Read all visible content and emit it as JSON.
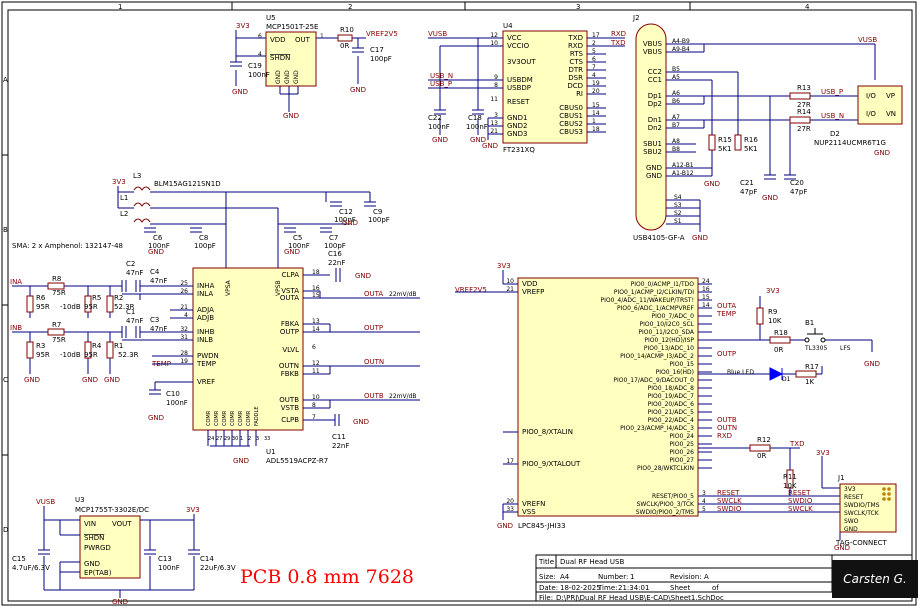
{
  "border": {
    "top_numbers": [
      "1",
      "2",
      "3",
      "4"
    ],
    "side_letters": [
      "A",
      "B",
      "C",
      "D"
    ]
  },
  "u5": {
    "ref": "U5",
    "part": "MCP1501T-25E",
    "pins": {
      "vdd": "VDD",
      "out": "OUT",
      "shdn": "SHDN",
      "gnd1": "GND",
      "gnd2": "GND",
      "gnd3": "GND"
    },
    "pin_nums": {
      "vdd": "6",
      "shdn": "4",
      "out": "1",
      "p2": "2",
      "p3": "3",
      "p5": "5"
    },
    "net_in": "3V3",
    "r10": {
      "ref": "R10",
      "val": "0R"
    },
    "net_out": "VREF2V5",
    "c17": {
      "ref": "C17",
      "val": "100pF"
    },
    "c19": {
      "ref": "C19",
      "val": "100nF"
    }
  },
  "u4": {
    "ref": "U4",
    "part": "FT231XQ",
    "left_pins": [
      {
        "num": "12",
        "name": "VCC"
      },
      {
        "num": "10",
        "name": "VCCIO"
      },
      {
        "num": "",
        "name": "3V3OUT"
      },
      {
        "num": "9",
        "name": "USBDM"
      },
      {
        "num": "8",
        "name": "USBDP"
      },
      {
        "num": "11",
        "name": "RESET"
      },
      {
        "num": "3",
        "name": "GND1"
      },
      {
        "num": "13",
        "name": "GND2"
      },
      {
        "num": "21",
        "name": "GND3"
      }
    ],
    "right_pins": [
      {
        "num": "17",
        "name": "TXD"
      },
      {
        "num": "2",
        "name": "RXD"
      },
      {
        "num": "5",
        "name": "RTS"
      },
      {
        "num": "6",
        "name": "CTS"
      },
      {
        "num": "7",
        "name": "DTR"
      },
      {
        "num": "4",
        "name": "DSR"
      },
      {
        "num": "19",
        "name": "DCD"
      },
      {
        "num": "20",
        "name": "RI"
      },
      {
        "num": "15",
        "name": "CBUS0"
      },
      {
        "num": "14",
        "name": "CBUS1"
      },
      {
        "num": "1",
        "name": "CBUS2"
      },
      {
        "num": "18",
        "name": "CBUS3"
      }
    ],
    "net_vusb": "VUSB",
    "net_usbn": "USB_N",
    "net_usbp": "USB_P",
    "net_rxd": "RXD",
    "net_txd": "TXD",
    "c22": {
      "ref": "C22",
      "val": "100nF"
    },
    "c18": {
      "ref": "C18",
      "val": "100nF"
    }
  },
  "j2": {
    "ref": "J2",
    "part": "USB4105-GF-A",
    "left_pins": [
      "VBUS",
      "VBUS",
      "CC2",
      "CC1",
      "Dp1",
      "Dp2",
      "Dn1",
      "Dn2",
      "SBU1",
      "SBU2",
      "GND",
      "GND"
    ],
    "pin_nums": [
      "A4-B9",
      "A9-B4",
      "B5",
      "A5",
      "A6",
      "B6",
      "A7",
      "B7",
      "A8",
      "B8",
      "A12-B1",
      "A1-B12"
    ],
    "shield": [
      "S4",
      "S3",
      "S2",
      "S1"
    ],
    "r15": {
      "ref": "R15",
      "val": "5K1"
    },
    "r16": {
      "ref": "R16",
      "val": "5K1"
    },
    "r13": {
      "ref": "R13",
      "val": "27R"
    },
    "r14": {
      "ref": "R14",
      "val": "27R"
    },
    "c21": {
      "ref": "C21",
      "val": "47pF"
    },
    "c20": {
      "ref": "C20",
      "val": "47pF"
    },
    "net_vusb": "VUSB",
    "net_usbp": "USB_P",
    "net_usbn": "USB_N"
  },
  "d2": {
    "ref": "D2",
    "part": "NUP2114UCMR6T1G",
    "pins": [
      "I/O",
      "I/O",
      "VP",
      "VN"
    ]
  },
  "filter": {
    "l3": {
      "ref": "L3",
      "part": "BLM15AG121SN1D"
    },
    "net": "3V3",
    "l1": "L1",
    "l2": "L2",
    "caps": [
      {
        "ref": "C12",
        "val": "100nF"
      },
      {
        "ref": "C9",
        "val": "100pF"
      },
      {
        "ref": "C6",
        "val": "100nF"
      },
      {
        "ref": "C8",
        "val": "100pF"
      },
      {
        "ref": "C5",
        "val": "100nF"
      },
      {
        "ref": "C7",
        "val": "100pF"
      }
    ]
  },
  "note_sma": "SMA: 2 x Amphenol: 132147-48",
  "u1": {
    "ref": "U1",
    "part": "ADL5519ACPZ-R7",
    "left_pins": [
      {
        "num": "25",
        "name": "INHA"
      },
      {
        "num": "26",
        "name": "INLA"
      },
      {
        "num": "21",
        "name": "ADJA"
      },
      {
        "num": "4",
        "name": "ADJB"
      },
      {
        "num": "32",
        "name": "INHB"
      },
      {
        "num": "31",
        "name": "INLB"
      },
      {
        "num": "28",
        "name": "PWDN"
      },
      {
        "num": "19",
        "name": "TEMP"
      },
      {
        "num": "",
        "name": "VREF"
      }
    ],
    "right_pins": [
      {
        "num": "18",
        "name": "CLPA"
      },
      {
        "num": "16",
        "name": "VSTA"
      },
      {
        "num": "15",
        "name": "OUTA"
      },
      {
        "num": "13",
        "name": "FBKA"
      },
      {
        "num": "14",
        "name": "OUTP"
      },
      {
        "num": "6",
        "name": "VLVL"
      },
      {
        "num": "12",
        "name": "OUTN"
      },
      {
        "num": "11",
        "name": "FBKB"
      },
      {
        "num": "10",
        "name": "OUTB"
      },
      {
        "num": "8",
        "name": "VSTB"
      },
      {
        "num": "7",
        "name": "CLPB"
      }
    ],
    "top_pins": [
      "VPSA",
      "VPSB"
    ],
    "bottom_pins": [
      "COMR",
      "COMR",
      "COMR",
      "COMR",
      "COMR",
      "COMR",
      "FADDLE"
    ],
    "bottom_nums": [
      "24",
      "27",
      "29",
      "30",
      "1",
      "2",
      "3",
      "33"
    ],
    "net_outa": "OUTA",
    "outa_note": "22mV/dB",
    "net_outp": "OUTP",
    "net_outn": "OUTN",
    "net_outb": "OUTB",
    "outb_note": "22mV/dB",
    "c16": {
      "ref": "C16",
      "val": "22nF"
    },
    "c11": {
      "ref": "C11",
      "val": "22nF"
    },
    "c10": {
      "ref": "C10",
      "val": "100nF"
    },
    "net_temp": "TEMP"
  },
  "input": {
    "ina": "INA",
    "inb": "INB",
    "resistors": [
      {
        "ref": "R8",
        "val": "75R"
      },
      {
        "ref": "R6",
        "val": "95R"
      },
      {
        "ref": "R5",
        "val": "95R"
      },
      {
        "ref": "R2",
        "val": "52.3R"
      },
      {
        "ref": "R7",
        "val": "75R"
      },
      {
        "ref": "R3",
        "val": "95R"
      },
      {
        "ref": "R4",
        "val": "95R"
      },
      {
        "ref": "R1",
        "val": "52.3R"
      }
    ],
    "atten": "-10dB",
    "caps": [
      {
        "ref": "C2",
        "val": "47nF"
      },
      {
        "ref": "C4",
        "val": "47nF"
      },
      {
        "ref": "C1",
        "val": "47nF"
      },
      {
        "ref": "C3",
        "val": "47nF"
      }
    ]
  },
  "u2": {
    "ref": "U2",
    "part": "LPC845-JHI33",
    "left_pins": [
      {
        "num": "10",
        "name": "VDD"
      },
      {
        "num": "21",
        "name": "VREFP"
      },
      {
        "num": "",
        "name": "PIO0_8/XTALIN"
      },
      {
        "num": "17",
        "name": "PIO0_9/XTALOUT"
      },
      {
        "num": "20",
        "name": "VREFN"
      },
      {
        "num": "33",
        "name": "VSS"
      }
    ],
    "right_pins": [
      {
        "num": "24",
        "name": "PIO0_0/ACMP_I1/TDO"
      },
      {
        "num": "16",
        "name": "PIO0_1/ACMP_I2/CLKIN/TDI"
      },
      {
        "num": "15",
        "name": "PIO0_4/ADC_11/WAKEUP/TRST!"
      },
      {
        "num": "14",
        "name": "PIO0_6/ADC_1/ACMPVREF"
      },
      {
        "num": "",
        "name": "PIO0_7/ADC_0"
      },
      {
        "num": "",
        "name": "PIO0_10/I2C0_SCL"
      },
      {
        "num": "",
        "name": "PIO0_11/I2C0_SDA"
      },
      {
        "num": "",
        "name": "PIO0_12(HD)/ISP"
      },
      {
        "num": "",
        "name": "PIO0_13/ADC_10"
      },
      {
        "num": "",
        "name": "PIO0_14/ACMP_I3/ADC_2"
      },
      {
        "num": "",
        "name": "PIO0_15"
      },
      {
        "num": "",
        "name": "PIO0_16(HD)"
      },
      {
        "num": "",
        "name": "PIO0_17/ADC_9/DACOUT_0"
      },
      {
        "num": "",
        "name": "PIO0_18/ADC_8"
      },
      {
        "num": "",
        "name": "PIO0_19/ADC_7"
      },
      {
        "num": "",
        "name": "PIO0_20/ADC_6"
      },
      {
        "num": "",
        "name": "PIO0_21/ADC_5"
      },
      {
        "num": "",
        "name": "PIO0_22/ADC_4"
      },
      {
        "num": "",
        "name": "PIO0_23/ACMP_I4/ADC_3"
      },
      {
        "num": "",
        "name": "PIO0_24"
      },
      {
        "num": "",
        "name": "PIO0_25"
      },
      {
        "num": "",
        "name": "PIO0_26"
      },
      {
        "num": "",
        "name": "PIO0_27"
      },
      {
        "num": "",
        "name": "PIO0_28/WKTCLKIN"
      },
      {
        "num": "3",
        "name": "RESET/PIO0_5"
      },
      {
        "num": "4",
        "name": "SWCLK/PIO0_3/TCK"
      },
      {
        "num": "5",
        "name": "SWDIO/PIO0_2/TMS"
      }
    ],
    "net_vref": "VREF2V5",
    "net_3v3": "3V3",
    "right_nets": {
      "outa": "OUTA",
      "temp": "TEMP",
      "outp": "OUTP",
      "outb": "OUTB",
      "outn": "OUTN",
      "rxd": "RXD",
      "txd": "TXD",
      "reset": "RESET",
      "swclk": "SWCLK",
      "swdio": "SWDIO"
    },
    "r9": {
      "ref": "R9",
      "val": "10K"
    },
    "r18": {
      "ref": "R18",
      "val": "0R"
    },
    "b1": {
      "ref": "B1",
      "part": "TL3305",
      "suffix": "LFS"
    },
    "led_label": "Blue LED",
    "d1": "D1",
    "r17": {
      "ref": "R17",
      "val": "1K"
    },
    "r12": {
      "ref": "R12",
      "val": "0R"
    },
    "r11": {
      "ref": "R11",
      "val": "10K"
    }
  },
  "j1": {
    "ref": "J1",
    "part": "TAG-CONNECT",
    "pins": [
      "3V3",
      "RESET",
      "SWDIO/TMS",
      "SWCLK/TCK",
      "SWO",
      "GND"
    ]
  },
  "u3": {
    "ref": "U3",
    "part": "MCP1755T-3302E/DC",
    "pins": [
      "VIN",
      "VOUT",
      "SHDN",
      "PWRGD",
      "GND",
      "EP(TAB)"
    ],
    "net_in": "VUSB",
    "net_out": "3V3",
    "c15": {
      "ref": "C15",
      "val": "4.7uF/6.3V"
    },
    "c13": {
      "ref": "C13",
      "val": "100nF"
    },
    "c14": {
      "ref": "C14",
      "val": "22uF/6.3V"
    }
  },
  "gnd_label": "GND",
  "annotation": "PCB 0.8 mm 7628",
  "title_block": {
    "title_label": "Title",
    "title_value": "Dual RF Head USB",
    "size_label": "Size:",
    "size_value": "A4",
    "number_label": "Number:",
    "number_value": "1",
    "revision_label": "Revision:",
    "revision_value": "A",
    "date_label": "Date:",
    "date_value": "18-02-2025",
    "time_label": "Time:",
    "time_value": "21:34:01",
    "sheet_label": "Sheet",
    "of_label": "of",
    "file_label": "File:",
    "file_value": "D:\\PRJ\\Dual RF Head USB\\E-CAD\\Sheet1.SchDoc",
    "signature": "Carsten G."
  },
  "colors": {
    "wire": "#000080",
    "component": "#800000",
    "body": "#ffffc0",
    "net": "#880000",
    "power": "#800000",
    "annotation": "#ff0000",
    "border": "#000000"
  }
}
